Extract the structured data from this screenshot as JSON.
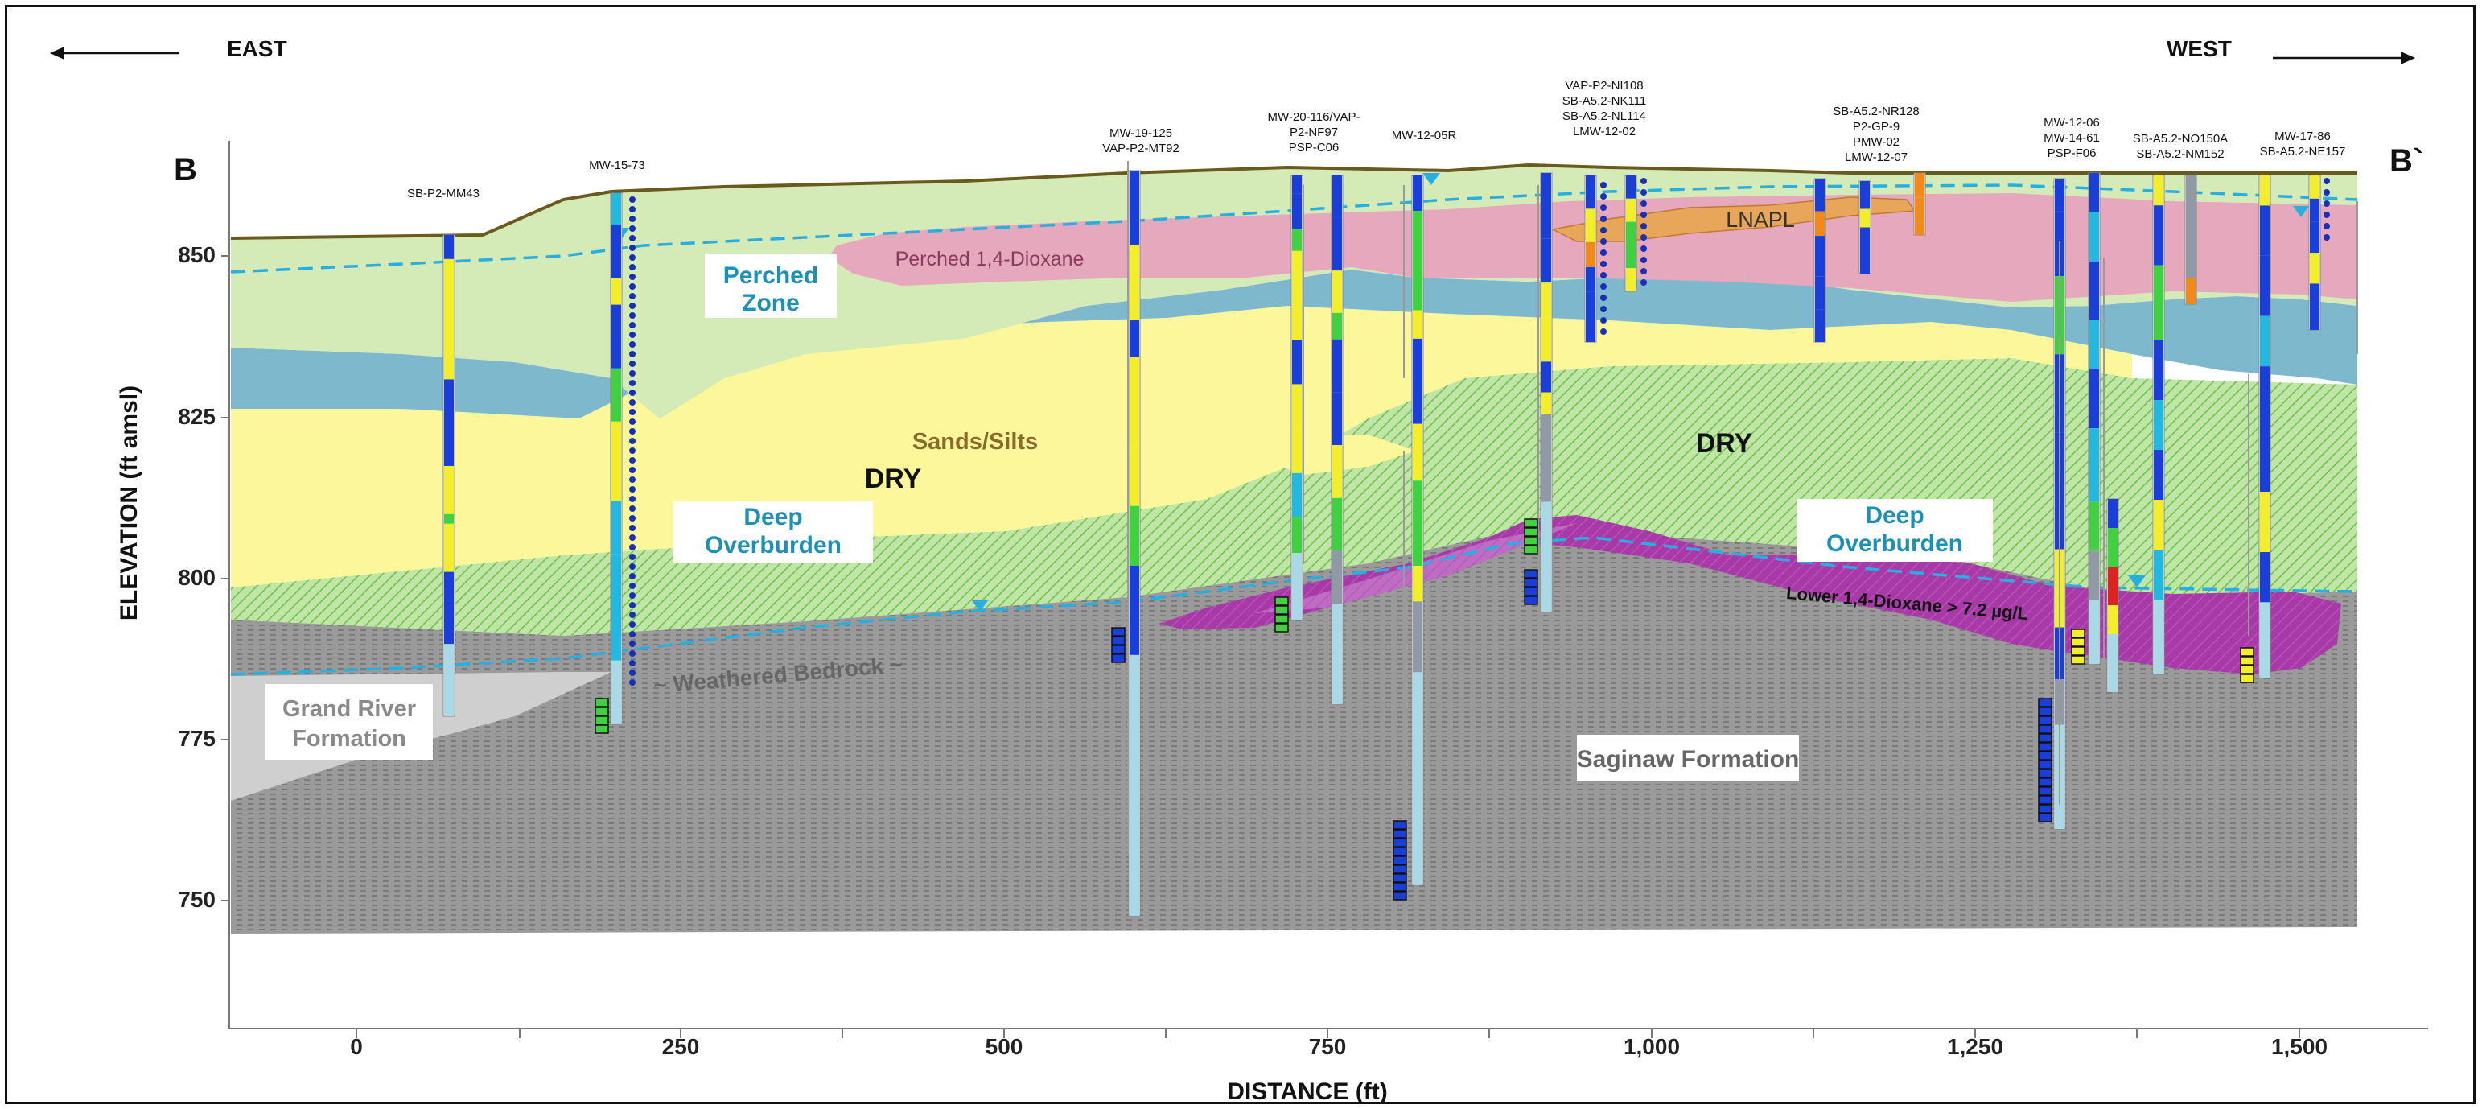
{
  "section": {
    "dir_left": "EAST",
    "dir_right": "WEST",
    "start_label": "B",
    "end_label": "B`"
  },
  "axes": {
    "y_title": "ELEVATION (ft amsl)",
    "x_title": "DISTANCE (ft)",
    "y_ticks": [
      "850",
      "825",
      "800",
      "775",
      "750"
    ],
    "x_ticks": [
      "0",
      "250",
      "500",
      "750",
      "1,000",
      "1,250",
      "1,500"
    ]
  },
  "zones": {
    "perched_zone": [
      "Perched",
      "Zone"
    ],
    "deep_overburden_left": [
      "Deep",
      "Overburden"
    ],
    "deep_overburden_right": [
      "Deep",
      "Overburden"
    ],
    "grand_river": [
      "Grand River",
      "Formation"
    ],
    "saginaw": "Saginaw Formation",
    "sands_silts": "Sands/Silts",
    "dry_left": "DRY",
    "dry_right": "DRY",
    "perched_dioxane": "Perched 1,4-Dioxane",
    "lower_dioxane": "Lower 1,4-Dioxane > 7.2 µg/L",
    "lnapl": "LNAPL",
    "weathered_bedrock": "~ Weathered  Bedrock ~"
  },
  "wells": [
    {
      "id": "w1",
      "lines": [
        "SB-P2-MM43"
      ]
    },
    {
      "id": "w2",
      "lines": [
        "MW-15-73"
      ]
    },
    {
      "id": "w3",
      "lines": [
        "MW-19-125",
        "VAP-P2-MT92"
      ]
    },
    {
      "id": "w4",
      "lines": [
        "MW-20-116/VAP-",
        "P2-NF97",
        "PSP-C06"
      ]
    },
    {
      "id": "w5",
      "lines": [
        "MW-12-05R"
      ]
    },
    {
      "id": "w6",
      "lines": [
        "VAP-P2-NI108",
        "SB-A5.2-NK111",
        "SB-A5.2-NL114",
        "LMW-12-02"
      ]
    },
    {
      "id": "w7",
      "lines": [
        "SB-A5.2-NR128",
        "P2-GP-9",
        "PMW-02",
        "LMW-12-07"
      ]
    },
    {
      "id": "w8",
      "lines": [
        "MW-12-06",
        "MW-14-61",
        "PSP-F06"
      ]
    },
    {
      "id": "w9",
      "lines": [
        "SB-A5.2-NO150A",
        "SB-A5.2-NM152"
      ]
    },
    {
      "id": "w10",
      "lines": [
        "MW-17-86",
        "SB-A5.2-NE157"
      ]
    }
  ],
  "colors": {
    "ground_surface": "#6b5a1e",
    "perched_green": "#d4ebb8",
    "perched_dioxane_pink": "#e5a8bd",
    "blue_aquitard": "#7db8cc",
    "sands_yellow": "#fbf79a",
    "deep_green_hatch": "#8ccf6a",
    "lower_dioxane_purple": "#a83aa8",
    "bedrock_gray": "#9e9e9e",
    "grand_river_gray": "#d0d0d0",
    "water_table": "#29aee0",
    "boring_blue": "#1a3fd8",
    "lnapl_orange": "#e8a65a"
  }
}
